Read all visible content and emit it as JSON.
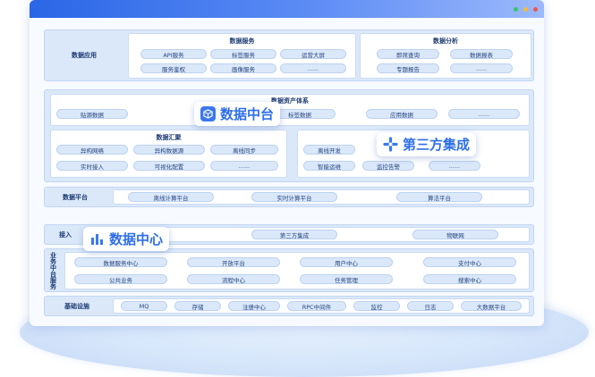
{
  "colors": {
    "accent": "#2f6fe8",
    "panel_border": "#c9dbf3",
    "pill_bg": "#dbe8fa",
    "label_text": "#1d3b73"
  },
  "badges": {
    "data_middle": "数据中台",
    "third_party": "第三方集成",
    "data_center": "数据中心"
  },
  "data_app": {
    "label": "数据应用",
    "services": {
      "title": "数据服务",
      "items": [
        "API服务",
        "标签服务",
        "运营大屏",
        "服务鉴权",
        "画像服务",
        "......"
      ]
    },
    "analysis": {
      "title": "数据分析",
      "items": [
        "即席查询",
        "数据报表",
        "专题报告",
        "......"
      ]
    }
  },
  "data_middle": {
    "asset": {
      "title": "数据资产体系",
      "items": [
        "贴源数据",
        "标签数据",
        "应用数据",
        "......"
      ]
    },
    "collect": {
      "title": "数据汇聚",
      "items": [
        "异构网络",
        "异构数据源",
        "离线同步",
        "实时接入",
        "可视化配置",
        "......"
      ]
    },
    "dev": {
      "items": [
        "离线开发",
        "智能运维",
        "监控告警",
        "......"
      ]
    }
  },
  "data_platform": {
    "label": "数据平台",
    "items": [
      "离线计算平台",
      "实时计算平台",
      "算法平台"
    ]
  },
  "access": {
    "label": "接入",
    "items": [
      "第三方集成",
      "物联网"
    ]
  },
  "business": {
    "label": "业务中台服务",
    "items": [
      "数据服务中心",
      "开放平台",
      "用户中心",
      "支付中心",
      "公共业务",
      "流程中心",
      "任务管理",
      "搜索中心"
    ]
  },
  "infra": {
    "label": "基础设施",
    "items": [
      "MQ",
      "存储",
      "注册中心",
      "RPC中间件",
      "监控",
      "日志",
      "大数据平台"
    ]
  }
}
